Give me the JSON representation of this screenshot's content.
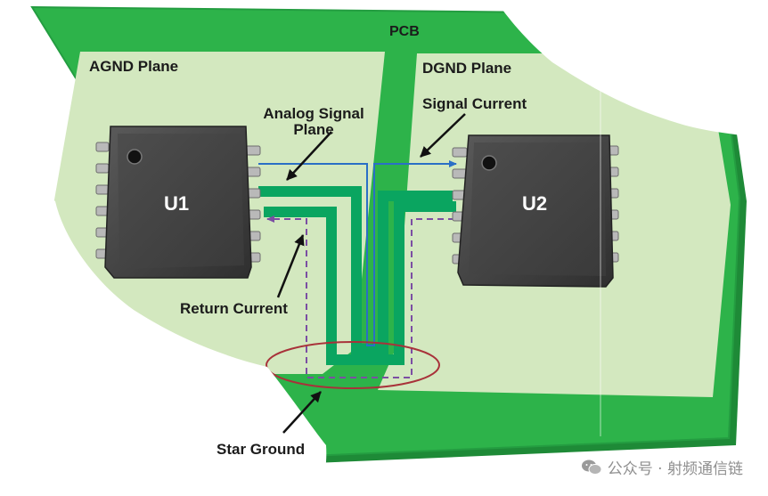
{
  "labels": {
    "pcb": "PCB",
    "agnd": "AGND Plane",
    "dgnd": "DGND Plane",
    "analog_line1": "Analog Signal",
    "analog_line2": "Plane",
    "signal_current": "Signal Current",
    "return_current": "Return Current",
    "star_ground": "Star Ground",
    "u1": "U1",
    "u2": "U2"
  },
  "watermark": {
    "text": "公众号 · 射频通信链",
    "icon": "wechat-icon"
  },
  "colors": {
    "pcb_green": "#2db34a",
    "plane_fill": "#d3e8bf",
    "trace_green": "#0aa560",
    "signal_current": "#2a6fc6",
    "return_current": "#7b4ea3",
    "star_ground": "#a8323a",
    "chip_body": "#454545"
  }
}
